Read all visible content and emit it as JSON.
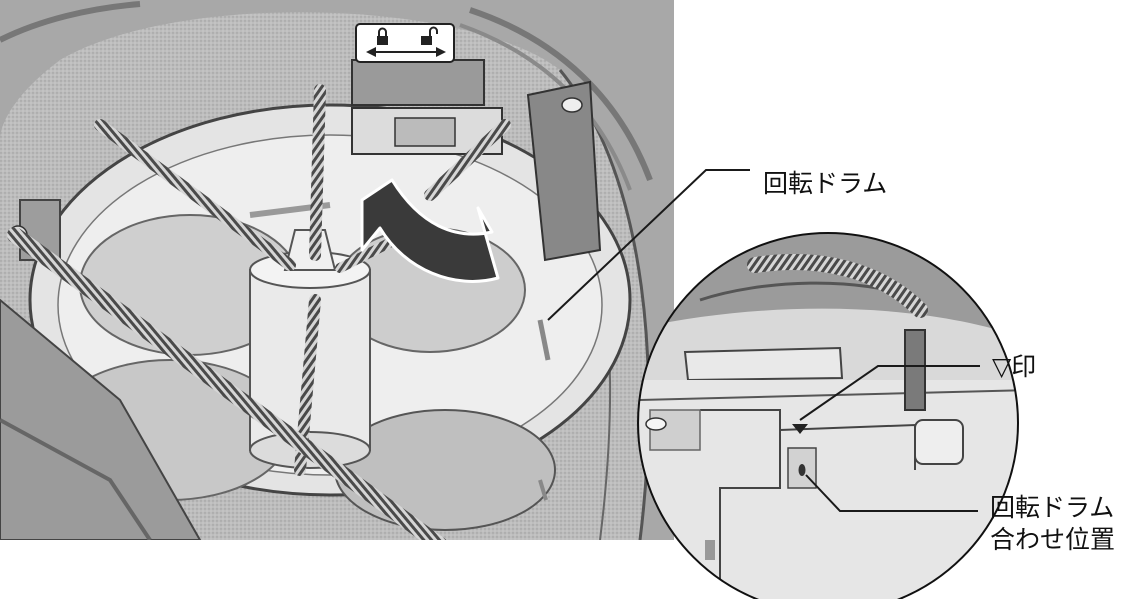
{
  "labels": {
    "rotating_drum": "回転ドラム",
    "triangle_mark": "▽印",
    "alignment_line1": "回転ドラム",
    "alignment_line2": "合わせ位置"
  },
  "icons": {
    "lock": "lock-icon",
    "unlock": "unlock-icon",
    "direction": "double-arrow-icon",
    "rotation": "curved-arrow-icon"
  },
  "colors": {
    "line": "#1a1a1a",
    "background": "#ffffff",
    "arrow": "#3a3a3a"
  }
}
